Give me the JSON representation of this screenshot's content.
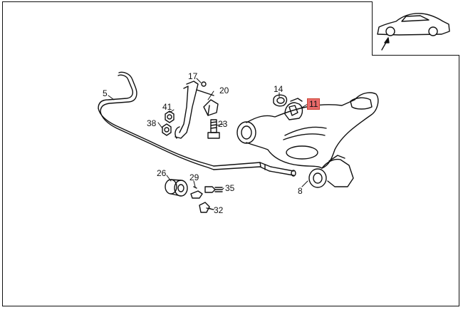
{
  "diagram": {
    "part_labels": {
      "p5": "5",
      "p17": "17",
      "p20": "20",
      "p41": "41",
      "p38": "38",
      "p23": "23",
      "p14": "14",
      "p11": "11",
      "p26": "26",
      "p29": "29",
      "p35": "35",
      "p32": "32",
      "p8": "8"
    },
    "highlighted_part": "11",
    "highlight_color": "#e86a6a",
    "inset_icon": "car-outline-icon"
  }
}
